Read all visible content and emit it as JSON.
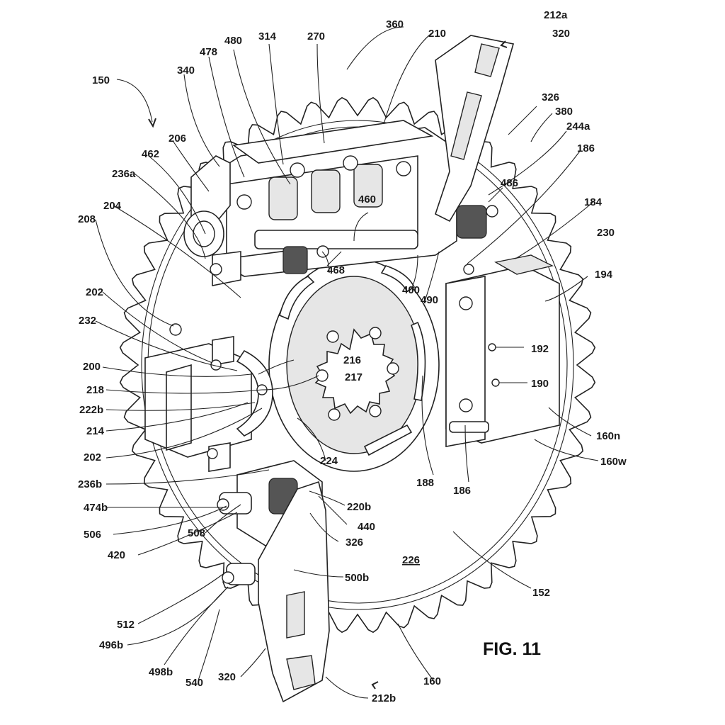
{
  "figure": {
    "title": "FIG. 11",
    "labels": {
      "l150": "150",
      "l340": "340",
      "l478": "478",
      "l480": "480",
      "l314": "314",
      "l270": "270",
      "l360": "360",
      "l210": "210",
      "l212a": "212a",
      "l320a": "320",
      "l326a": "326",
      "l380": "380",
      "l244a": "244a",
      "l186a": "186",
      "l184": "184",
      "l230": "230",
      "l194": "194",
      "l206": "206",
      "l462": "462",
      "l236a": "236a",
      "l204": "204",
      "l208": "208",
      "l460": "460",
      "l486": "486",
      "l468": "468",
      "l400": "400",
      "l490": "490",
      "l202a": "202",
      "l232": "232",
      "l200": "200",
      "l218": "218",
      "l222b": "222b",
      "l214": "214",
      "l202b": "202",
      "l236b": "236b",
      "l474b": "474b",
      "l506": "506",
      "l508": "508",
      "l420": "420",
      "l216": "216",
      "l217": "217",
      "l224": "224",
      "l192": "192",
      "l190": "190",
      "l188": "188",
      "l186b": "186",
      "l160n": "160n",
      "l160w": "160w",
      "l220b": "220b",
      "l440": "440",
      "l326b": "326",
      "l226": "226",
      "l500b": "500b",
      "l152": "152",
      "l512": "512",
      "l496b": "496b",
      "l498b": "498b",
      "l540": "540",
      "l320b": "320",
      "l212b": "212b",
      "l160": "160"
    }
  }
}
